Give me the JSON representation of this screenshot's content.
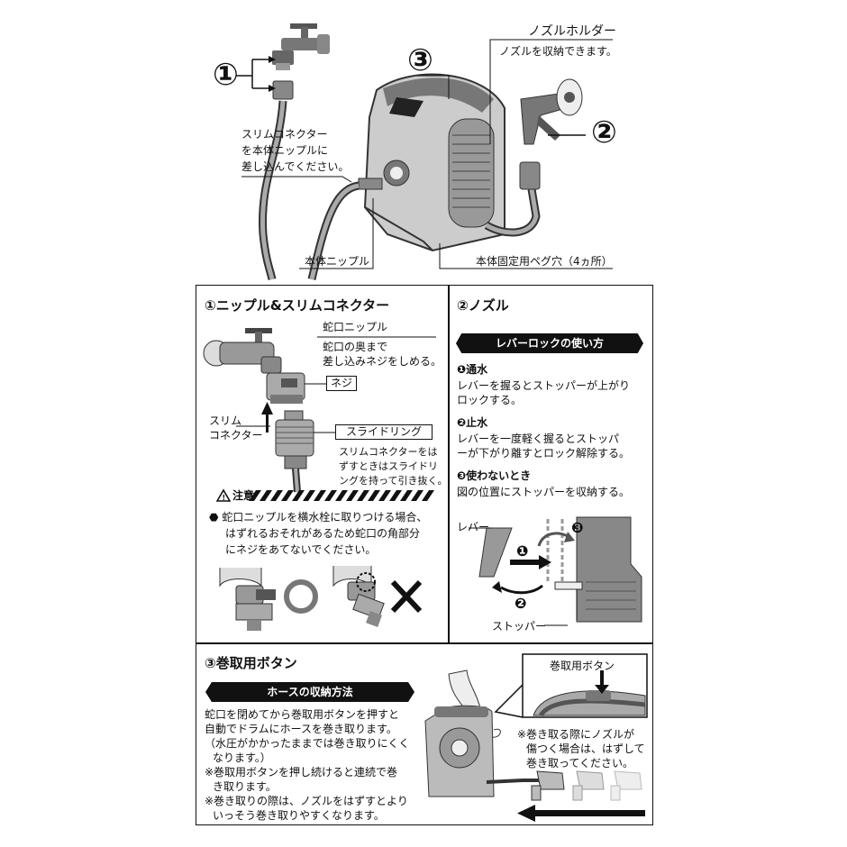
{
  "top": {
    "num1": "①",
    "num2": "②",
    "num3": "③",
    "nozzle_holder_title": "ノズルホルダー",
    "nozzle_holder_desc": "ノズルを収納できます。",
    "slim_connector_line1": "スリムコネクター",
    "slim_connector_line2": "を本体ニップルに",
    "slim_connector_line3": "差し込んでください。",
    "body_nipple": "本体ニップル",
    "peg_holes": "本体固定用ペグ穴（4ヵ所）"
  },
  "section1": {
    "title": "①ニップル&スリムコネクター",
    "faucet_nipple": "蛇口ニップル",
    "faucet_desc1": "蛇口の奥まで",
    "faucet_desc2": "差し込みネジをしめる。",
    "screw": "ネジ",
    "slim_label1": "スリム",
    "slim_label2": "コネクター",
    "slide_ring": "スライドリング",
    "slide_desc1": "スリムコネクターをは",
    "slide_desc2": "ずすときはスライドリ",
    "slide_desc3": "ングを持って引き抜く。",
    "caution": "注意",
    "caution_1": "⬣ 蛇口ニップルを横水栓に取りつける場合、",
    "caution_2": "はずれるおそれがあるため蛇口の角部分",
    "caution_3": "にネジをあてないでください。"
  },
  "section2": {
    "title": "②ノズル",
    "lever_lock": "レバーロックの使い方",
    "step1_title": "❶通水",
    "step1_1": "レバーを握るとストッパーが上がり",
    "step1_2": "ロックする。",
    "step2_title": "❷止水",
    "step2_1": "レバーを一度軽く握るとストッパ",
    "step2_2": "ーが下がり離すとロック解除する。",
    "step3_title": "❸使わないとき",
    "step3_1": "図の位置にストッパーを収納する。",
    "lever": "レバー",
    "stopper": "ストッパー",
    "mark1": "❶",
    "mark2": "❷",
    "mark3": "❸"
  },
  "section3": {
    "title": "③巻取用ボタン",
    "hose_storage": "ホースの収納方法",
    "p1": "蛇口を閉めてから巻取用ボタンを押すと",
    "p2": "自動でドラムにホースを巻き取ります。",
    "p3": "（水圧がかかったままでは巻き取りにくく",
    "p4": "なります。）",
    "p5": "※巻取用ボタンを押し続けると連続で巻",
    "p6": "き取ります。",
    "p7": "※巻き取りの際は、ノズルをはずすとより",
    "p8": "いっそう巻き取りやすくなります。",
    "button_label": "巻取用ボタン",
    "note1": "※巻き取る際にノズルが",
    "note2": "傷つく場合は、はずして",
    "note3": "巻き取ってください。"
  }
}
